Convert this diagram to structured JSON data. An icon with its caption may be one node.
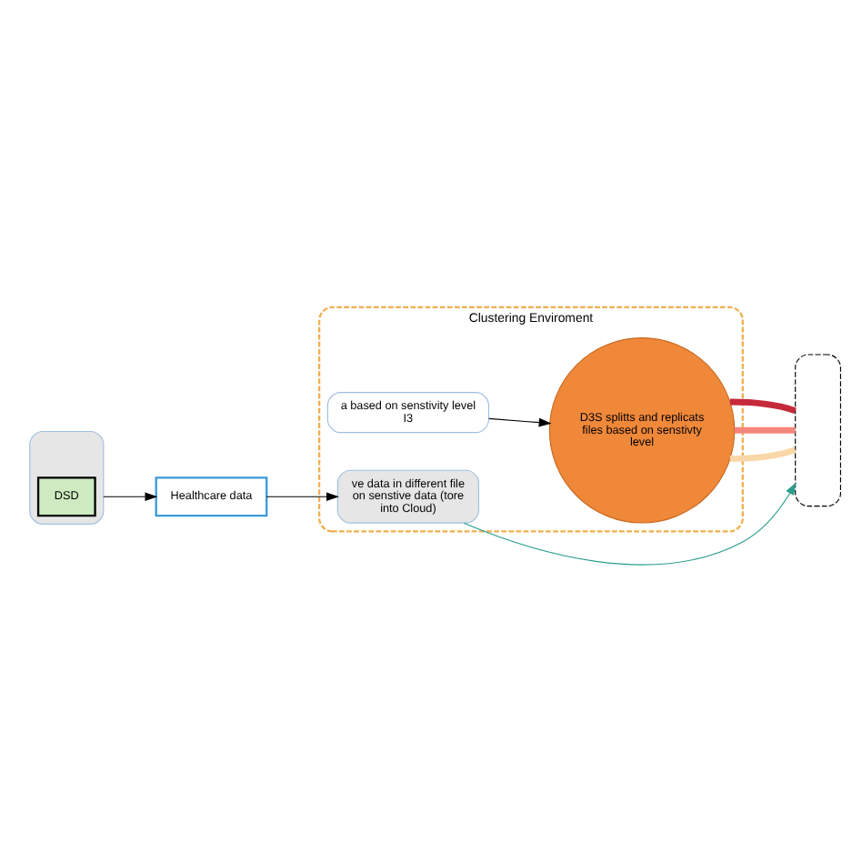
{
  "diagram": {
    "nodes": [
      {
        "text": [
          "Clustering Enviroment"
        ]
      },
      {
        "text": [
          "ve data in different file",
          "on senstive data (tore into Cloud)"
        ],
        "in": 0
      },
      {
        "text": [
          "a based on senstivity level",
          "I3"
        ],
        "in": 0
      },
      {
        "text": [
          "D3S splitts and replicats files based on senstivty level"
        ],
        "in": 0
      },
      {
        "text": [
          "Healthcare data"
        ]
      },
      {
        "text": [],
        "shape": "box"
      },
      {
        "text": [
          "DSD"
        ],
        "in": 5
      },
      {
        "text": [],
        "shape": "box"
      }
    ],
    "edges": [
      {
        "from": 5,
        "to": 4,
        "arrow": "to"
      },
      {
        "from": 4,
        "to": 1,
        "arrow": "to"
      },
      {
        "from": 1,
        "to": 7,
        "arrow": "to",
        "color": "#2a9d8f"
      },
      {
        "from": 2,
        "to": 3,
        "arrow": "to"
      },
      {
        "from": 3,
        "to": 7,
        "arrow": "none",
        "style": "thick",
        "color": "#f8d7a8"
      },
      {
        "from": 3,
        "to": 7,
        "arrow": "none",
        "style": "thick",
        "color": "#f4877a"
      },
      {
        "from": 3,
        "to": 7,
        "arrow": "none",
        "style": "thick",
        "color": "#c62a3a"
      }
    ]
  }
}
